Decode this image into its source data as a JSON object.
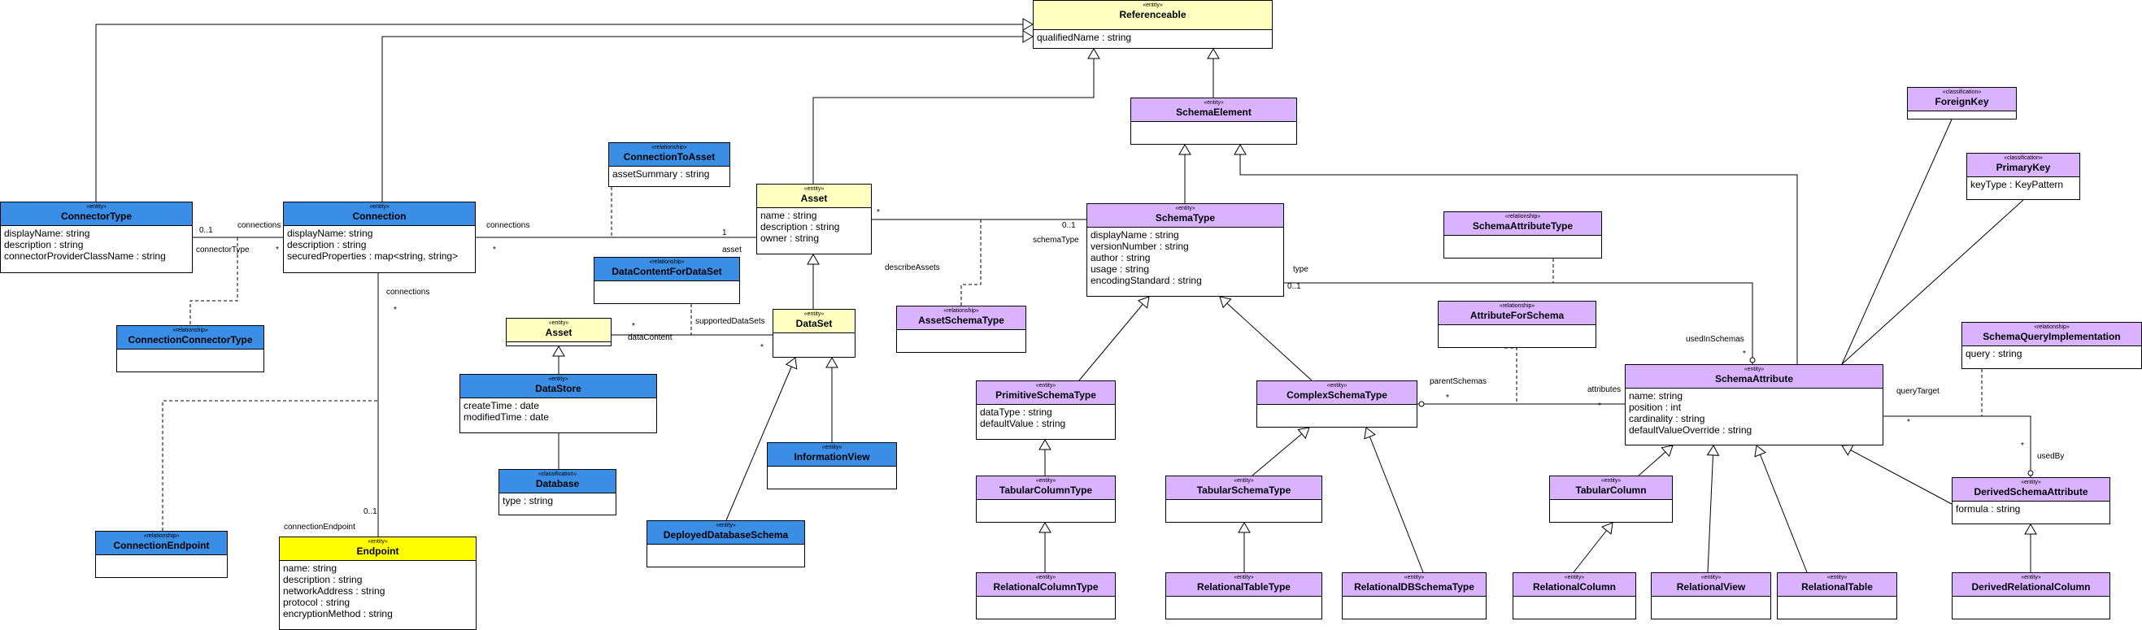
{
  "colors": {
    "entity_blue": "#3a8ee6",
    "entity_yellow_light": "#ffffc0",
    "entity_yellow": "#ffff00",
    "entity_purple": "#d9b3ff",
    "line": "#000000"
  },
  "boxes": [
    {
      "id": "referenceable",
      "stereo": "«entity»",
      "name": "Referenceable",
      "color": "entity_yellow_light",
      "attrs": [
        "qualifiedName : string"
      ]
    },
    {
      "id": "schemaelement",
      "stereo": "«entity»",
      "name": "SchemaElement",
      "color": "entity_purple",
      "attrs": []
    },
    {
      "id": "connectortype",
      "stereo": "«entity»",
      "name": "ConnectorType",
      "color": "entity_blue",
      "attrs": [
        "displayName: string",
        "description : string",
        "connectorProviderClassName : string"
      ]
    },
    {
      "id": "connection",
      "stereo": "«entity»",
      "name": "Connection",
      "color": "entity_blue",
      "attrs": [
        "displayName: string",
        "description : string",
        "securedProperties : map<string, string>"
      ]
    },
    {
      "id": "connectiontoasset",
      "stereo": "«relationship»",
      "name": "ConnectionToAsset",
      "color": "entity_blue",
      "attrs": [
        "assetSummary : string"
      ]
    },
    {
      "id": "asset",
      "stereo": "«entity»",
      "name": "Asset",
      "color": "entity_yellow_light",
      "attrs": [
        "name : string",
        "description : string",
        "owner : string"
      ]
    },
    {
      "id": "schematype",
      "stereo": "«entity»",
      "name": "SchemaType",
      "color": "entity_purple",
      "attrs": [
        "displayName : string",
        "versionNumber : string",
        "author : string",
        "usage : string",
        "encodingStandard : string"
      ]
    },
    {
      "id": "foreignkey",
      "stereo": "«classification»",
      "name": "ForeignKey",
      "color": "entity_purple",
      "attrs": []
    },
    {
      "id": "primarykey",
      "stereo": "«classification»",
      "name": "PrimaryKey",
      "color": "entity_purple",
      "attrs": [
        "keyType : KeyPattern"
      ]
    },
    {
      "id": "schemaattributetype",
      "stereo": "«relationship»",
      "name": "SchemaAttributeType",
      "color": "entity_purple",
      "attrs": []
    },
    {
      "id": "connectionconnectortype",
      "stereo": "«relationship»",
      "name": "ConnectionConnectorType",
      "color": "entity_blue",
      "attrs": []
    },
    {
      "id": "datacontentfordataset",
      "stereo": "«relationship»",
      "name": "DataContentForDataSet",
      "color": "entity_blue",
      "attrs": []
    },
    {
      "id": "assetschematype",
      "stereo": "«relationship»",
      "name": "AssetSchemaType",
      "color": "entity_purple",
      "attrs": []
    },
    {
      "id": "attributeforschema",
      "stereo": "«relationship»",
      "name": "AttributeForSchema",
      "color": "entity_purple",
      "attrs": []
    },
    {
      "id": "schemaqueryimplementation",
      "stereo": "«relationship»",
      "name": "SchemaQueryImplementation",
      "color": "entity_purple",
      "attrs": [
        "query : string"
      ]
    },
    {
      "id": "asset2",
      "stereo": "«entity»",
      "name": "Asset",
      "color": "entity_yellow_light",
      "attrs": []
    },
    {
      "id": "dataset",
      "stereo": "«entity»",
      "name": "DataSet",
      "color": "entity_yellow_light",
      "attrs": []
    },
    {
      "id": "datastore",
      "stereo": "«entity»",
      "name": "DataStore",
      "color": "entity_blue",
      "attrs": [
        "createTime : date",
        "modifiedTime : date"
      ]
    },
    {
      "id": "database",
      "stereo": "«classification»",
      "name": "Database",
      "color": "entity_blue",
      "attrs": [
        "type : string"
      ]
    },
    {
      "id": "informationview",
      "stereo": "«entity»",
      "name": "InformationView",
      "color": "entity_blue",
      "attrs": []
    },
    {
      "id": "deployeddatabaseschema",
      "stereo": "«entity»",
      "name": "DeployedDatabaseSchema",
      "color": "entity_blue",
      "attrs": []
    },
    {
      "id": "connectionendpoint",
      "stereo": "«relationship»",
      "name": "ConnectionEndpoint",
      "color": "entity_blue",
      "attrs": []
    },
    {
      "id": "endpoint",
      "stereo": "«entity»",
      "name": "Endpoint",
      "color": "entity_yellow",
      "attrs": [
        "name: string",
        "description : string",
        "networkAddress : string",
        "protocol : string",
        "encryptionMethod : string"
      ]
    },
    {
      "id": "primitiveschematype",
      "stereo": "«entity»",
      "name": "PrimitiveSchemaType",
      "color": "entity_purple",
      "attrs": [
        "dataType : string",
        "defaultValue : string"
      ]
    },
    {
      "id": "complexschematype",
      "stereo": "«entity»",
      "name": "ComplexSchemaType",
      "color": "entity_purple",
      "attrs": []
    },
    {
      "id": "schemaattribute",
      "stereo": "«entity»",
      "name": "SchemaAttribute",
      "color": "entity_purple",
      "attrs": [
        "name: string",
        "position : int",
        "cardinality : string",
        "defaultValueOverride : string"
      ]
    },
    {
      "id": "tabularcolumntype",
      "stereo": "«entity»",
      "name": "TabularColumnType",
      "color": "entity_purple",
      "attrs": []
    },
    {
      "id": "tabularschematype",
      "stereo": "«entity»",
      "name": "TabularSchemaType",
      "color": "entity_purple",
      "attrs": []
    },
    {
      "id": "tabularcolumn",
      "stereo": "«entity»",
      "name": "TabularColumn",
      "color": "entity_purple",
      "attrs": []
    },
    {
      "id": "derivedschemaattribute",
      "stereo": "«entity»",
      "name": "DerivedSchemaAttribute",
      "color": "entity_purple",
      "attrs": [
        "formula : string"
      ]
    },
    {
      "id": "relationalcolumntype",
      "stereo": "«entity»",
      "name": "RelationalColumnType",
      "color": "entity_purple",
      "attrs": []
    },
    {
      "id": "relationaltabletype",
      "stereo": "«entity»",
      "name": "RelationalTableType",
      "color": "entity_purple",
      "attrs": []
    },
    {
      "id": "relationaldbschematype",
      "stereo": "«entity»",
      "name": "RelationalDBSchemaType",
      "color": "entity_purple",
      "attrs": []
    },
    {
      "id": "relationalcolumn",
      "stereo": "«entity»",
      "name": "RelationalColumn",
      "color": "entity_purple",
      "attrs": []
    },
    {
      "id": "relationalview",
      "stereo": "«entity»",
      "name": "RelationalView",
      "color": "entity_purple",
      "attrs": []
    },
    {
      "id": "relationaltable",
      "stereo": "«entity»",
      "name": "RelationalTable",
      "color": "entity_purple",
      "attrs": []
    },
    {
      "id": "derivedrelationalcolumn",
      "stereo": "«entity»",
      "name": "DerivedRelationalColumn",
      "color": "entity_purple",
      "attrs": []
    }
  ],
  "labels": [
    {
      "id": "l-0-1a",
      "text": "0..1"
    },
    {
      "id": "l-connections1",
      "text": "connections"
    },
    {
      "id": "l-connectortype",
      "text": "connectorType"
    },
    {
      "id": "l-star1",
      "text": "*"
    },
    {
      "id": "l-connections2",
      "text": "connections"
    },
    {
      "id": "l-star2",
      "text": "*"
    },
    {
      "id": "l-one",
      "text": "1"
    },
    {
      "id": "l-asset",
      "text": "asset"
    },
    {
      "id": "l-star3",
      "text": "*"
    },
    {
      "id": "l-0-1b",
      "text": "0..1"
    },
    {
      "id": "l-schematype",
      "text": "schemaType"
    },
    {
      "id": "l-describeassets",
      "text": "describeAssets"
    },
    {
      "id": "l-type",
      "text": "type"
    },
    {
      "id": "l-0-1c",
      "text": "0..1"
    },
    {
      "id": "l-usedinschemas",
      "text": "usedInSchemas"
    },
    {
      "id": "l-star4",
      "text": "*"
    },
    {
      "id": "l-connections3",
      "text": "connections"
    },
    {
      "id": "l-star5",
      "text": "*"
    },
    {
      "id": "l-star6",
      "text": "*"
    },
    {
      "id": "l-supporteddatasets",
      "text": "supportedDataSets"
    },
    {
      "id": "l-datacontent",
      "text": "dataContent"
    },
    {
      "id": "l-star7",
      "text": "*"
    },
    {
      "id": "l-parentschemas",
      "text": "parentSchemas"
    },
    {
      "id": "l-star8",
      "text": "*"
    },
    {
      "id": "l-attributes",
      "text": "attributes"
    },
    {
      "id": "l-star9",
      "text": "*"
    },
    {
      "id": "l-querytarget",
      "text": "queryTarget"
    },
    {
      "id": "l-star10",
      "text": "*"
    },
    {
      "id": "l-star11",
      "text": "*"
    },
    {
      "id": "l-usedby",
      "text": "usedBy"
    },
    {
      "id": "l-0-1d",
      "text": "0..1"
    },
    {
      "id": "l-connectionendpoint",
      "text": "connectionEndpoint"
    }
  ]
}
